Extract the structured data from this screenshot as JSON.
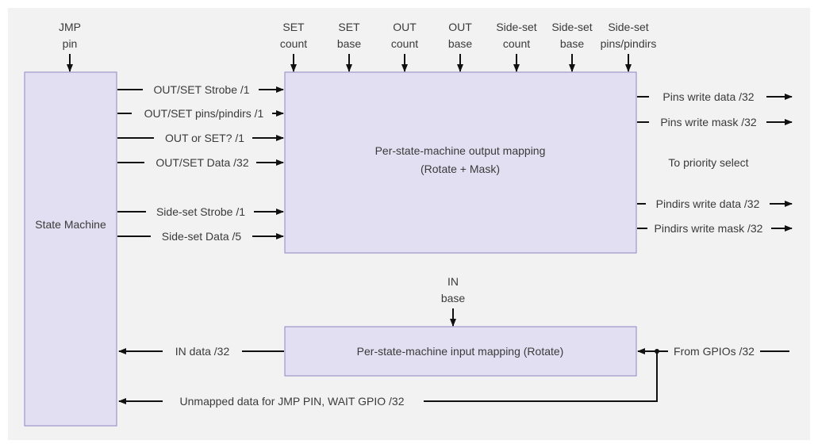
{
  "colors": {
    "background": "#f2f2f2",
    "block_fill": "#e3dff2",
    "block_stroke": "#8f86c0",
    "line": "#111111",
    "text": "#3a3a3a"
  },
  "blocks": {
    "state_machine": "State Machine",
    "output_mapping_line1": "Per-state-machine output mapping",
    "output_mapping_line2": "(Rotate + Mask)",
    "input_mapping": "Per-state-machine input mapping (Rotate)"
  },
  "top_inputs": {
    "jmp_pin": [
      "JMP",
      "pin"
    ],
    "set_count": [
      "SET",
      "count"
    ],
    "set_base": [
      "SET",
      "base"
    ],
    "out_count": [
      "OUT",
      "count"
    ],
    "out_base": [
      "OUT",
      "base"
    ],
    "sideset_count": [
      "Side-set",
      "count"
    ],
    "sideset_base": [
      "Side-set",
      "base"
    ],
    "sideset_pins": [
      "Side-set",
      "pins/pindirs"
    ],
    "in_base": [
      "IN",
      "base"
    ]
  },
  "sm_outputs": {
    "outset_strobe": "OUT/SET Strobe /1",
    "outset_pins": "OUT/SET pins/pindirs /1",
    "out_or_set": "OUT or SET? /1",
    "outset_data": "OUT/SET Data /32",
    "sideset_strobe": "Side-set Strobe /1",
    "sideset_data": "Side-set Data /5"
  },
  "mapping_outputs": {
    "pins_write_data": "Pins write data /32",
    "pins_write_mask": "Pins write mask /32",
    "priority_note": "To priority select",
    "pindirs_write_data": "Pindirs write data /32",
    "pindirs_write_mask": "Pindirs write mask /32"
  },
  "input_paths": {
    "in_data": "IN data /32",
    "from_gpios": "From GPIOs /32",
    "unmapped": "Unmapped data for JMP PIN, WAIT GPIO /32"
  }
}
